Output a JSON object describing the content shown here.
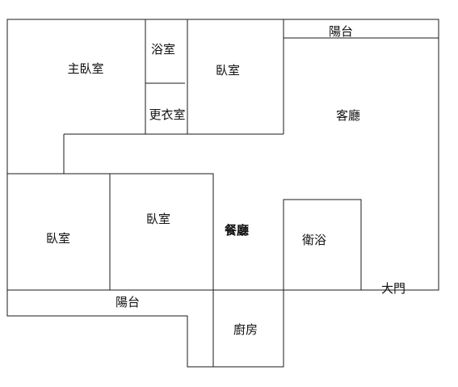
{
  "rooms": {
    "master_bedroom": "主臥室",
    "bathroom_top": "浴室",
    "walk_in_closet": "更衣室",
    "bedroom_top": "臥室",
    "balcony_top": "陽台",
    "living_room": "客廳",
    "bedroom_left": "臥室",
    "bedroom_middle": "臥室",
    "dining_room": "餐廳",
    "bathroom_right": "衛浴",
    "main_door": "大門",
    "balcony_bottom": "陽台",
    "kitchen": "廚房"
  }
}
